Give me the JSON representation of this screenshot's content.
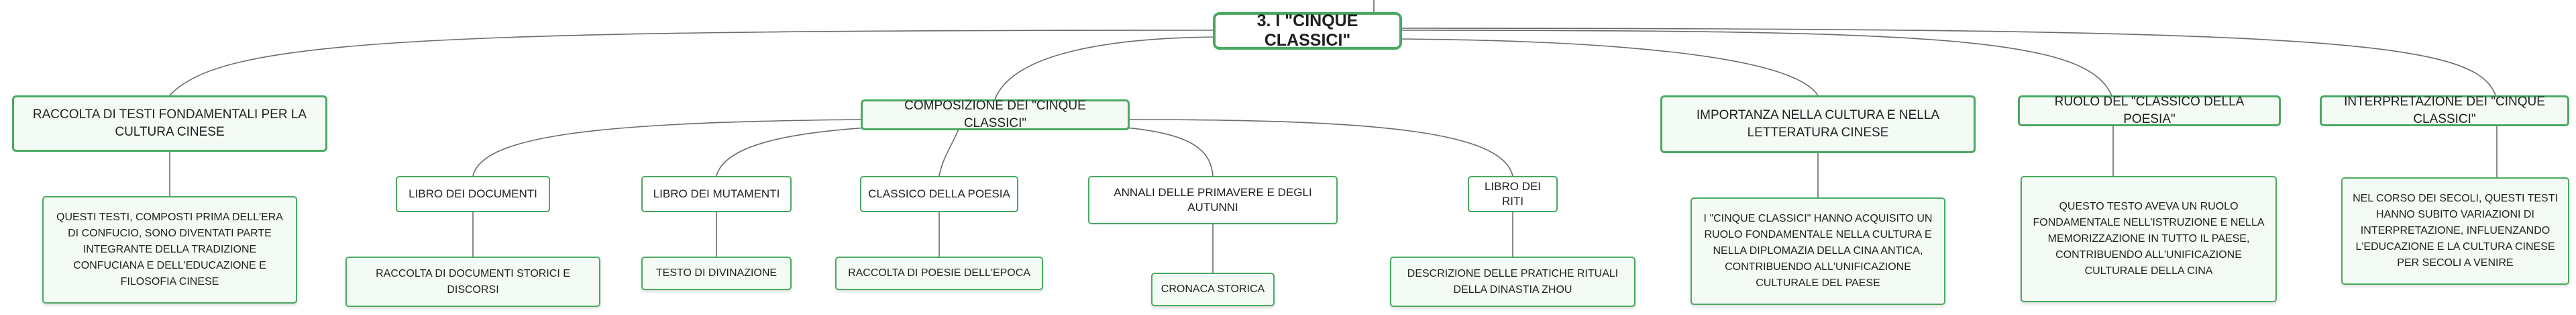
{
  "map": {
    "central": "3. I \"CINQUE CLASSICI\"",
    "branches": [
      {
        "label": "RACCOLTA DI TESTI FONDAMENTALI PER LA CULTURA CINESE",
        "detail": "QUESTI TESTI, COMPOSTI PRIMA DELL'ERA DI CONFUCIO, SONO DIVENTATI PARTE INTEGRANTE DELLA TRADIZIONE CONFUCIANA E DELL'EDUCAZIONE E FILOSOFIA CINESE"
      },
      {
        "label": "COMPOSIZIONE DEI \"CINQUE CLASSICI\"",
        "children": [
          {
            "label": "LIBRO DEI DOCUMENTI",
            "detail": "RACCOLTA DI DOCUMENTI STORICI E DISCORSI"
          },
          {
            "label": "LIBRO DEI MUTAMENTI",
            "detail": "TESTO DI DIVINAZIONE"
          },
          {
            "label": "CLASSICO DELLA POESIA",
            "detail": "RACCOLTA DI POESIE DELL'EPOCA"
          },
          {
            "label": "ANNALI DELLE PRIMAVERE E DEGLI AUTUNNI",
            "detail": "CRONACA STORICA"
          },
          {
            "label": "LIBRO DEI RITI",
            "detail": "DESCRIZIONE DELLE PRATICHE RITUALI DELLA DINASTIA ZHOU"
          }
        ]
      },
      {
        "label": "IMPORTANZA NELLA CULTURA E NELLA LETTERATURA CINESE",
        "detail": "I \"CINQUE CLASSICI\" HANNO ACQUISITO UN RUOLO FONDAMENTALE NELLA CULTURA E NELLA DIPLOMAZIA DELLA CINA ANTICA, CONTRIBUENDO ALL'UNIFICAZIONE CULTURALE DEL PAESE"
      },
      {
        "label": "RUOLO DEL \"CLASSICO DELLA POESIA\"",
        "detail": "QUESTO TESTO AVEVA UN RUOLO FONDAMENTALE NELL'ISTRUZIONE E NELLA MEMORIZZAZIONE IN TUTTO IL PAESE, CONTRIBUENDO ALL'UNIFICAZIONE CULTURALE DELLA CINA"
      },
      {
        "label": "INTERPRETAZIONE DEI \"CINQUE CLASSICI\"",
        "detail": "NEL CORSO DEI SECOLI, QUESTI TESTI HANNO SUBITO VARIAZIONI DI INTERPRETAZIONE, INFLUENZANDO L'EDUCAZIONE E LA CULTURA CINESE PER SECOLI A VENIRE"
      }
    ]
  },
  "colors": {
    "border": "#49a961",
    "line": "#6b6b6b",
    "fill": "#f4fbf5"
  }
}
